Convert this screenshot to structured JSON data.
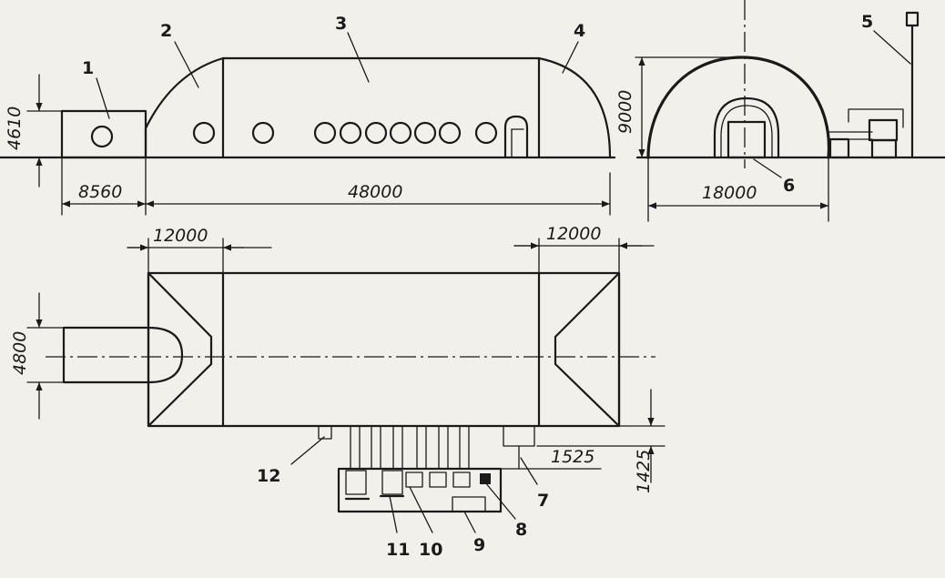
{
  "callouts": [
    "1",
    "2",
    "3",
    "4",
    "5",
    "6",
    "7",
    "8",
    "9",
    "10",
    "11",
    "12"
  ],
  "dimensions": {
    "d_4610": "4610",
    "d_8560": "8560",
    "d_48000": "48000",
    "d_9000": "9000",
    "d_18000": "18000",
    "d_12000_left": "12000",
    "d_12000_right": "12000",
    "d_4800": "4800",
    "d_1525": "1525",
    "d_1425": "1425"
  }
}
